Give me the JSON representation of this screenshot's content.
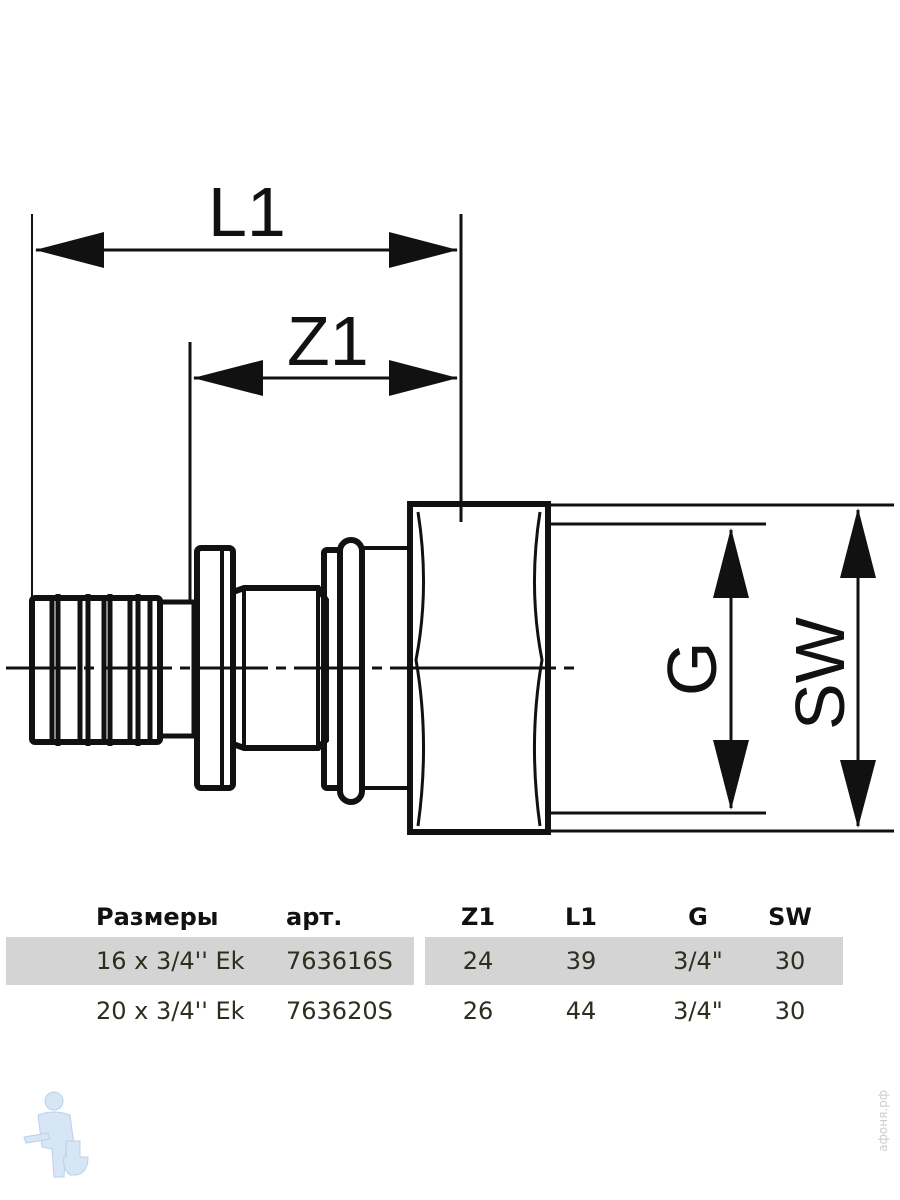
{
  "drawing": {
    "dimension_labels": {
      "l1": "L1",
      "z1": "Z1",
      "g": "G",
      "sw": "SW"
    },
    "line_color": "#111111"
  },
  "table": {
    "headers": {
      "size": "Размеры",
      "art": "арт.",
      "z1": "Z1",
      "l1": "L1",
      "g": "G",
      "sw": "SW"
    },
    "rows": [
      {
        "size": "16 x 3/4'' Ek",
        "art": "763616S",
        "z1": "24",
        "l1": "39",
        "g": "3/4\"",
        "sw": "30",
        "shaded": true
      },
      {
        "size": "20 x 3/4'' Ek",
        "art": "763620S",
        "z1": "26",
        "l1": "44",
        "g": "3/4\"",
        "sw": "30",
        "shaded": false
      }
    ],
    "shade_color": "#d4d4d4"
  },
  "watermark": {
    "text": "афоня.рф"
  }
}
